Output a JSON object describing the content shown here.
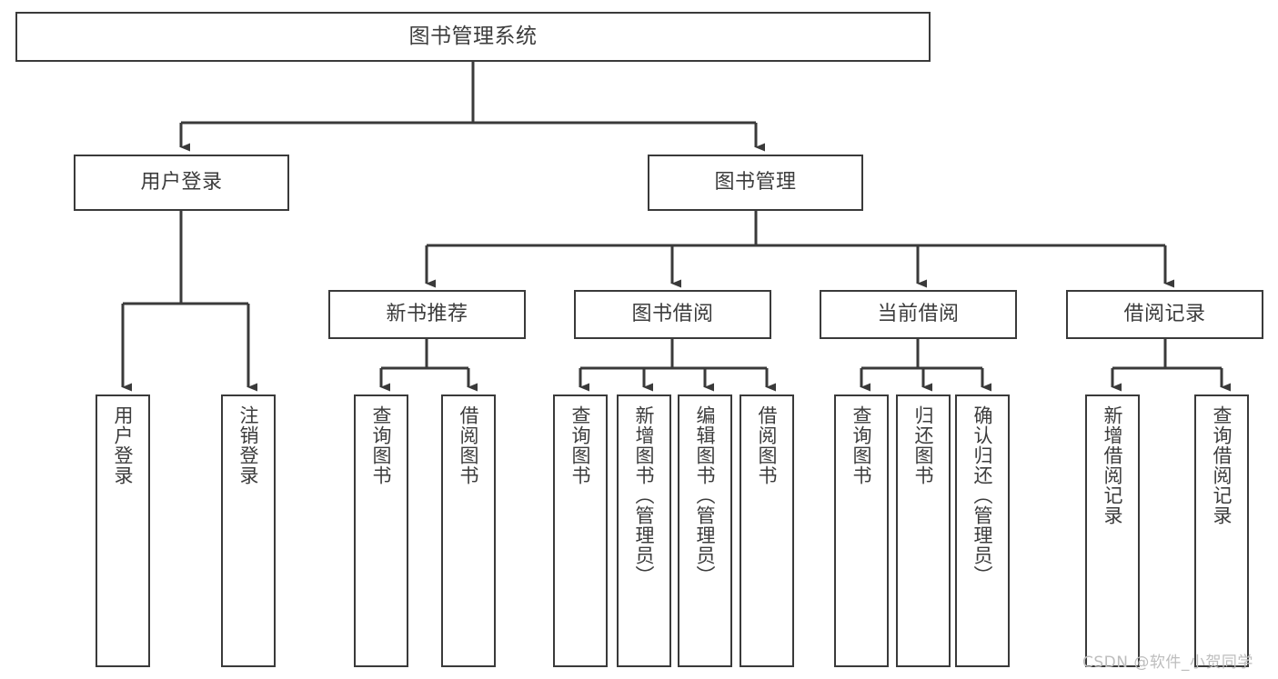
{
  "diagram": {
    "title": "图书管理系统",
    "type": "tree-hierarchy-diagram",
    "colors": {
      "box_border": "#3a3a3a",
      "box_fill": "#ffffff",
      "text": "#3c3c3c",
      "connector": "#3a3a3a",
      "watermark": "#bdbdbd"
    },
    "nodes": {
      "root": {
        "label": "图书管理系统"
      },
      "level2": [
        {
          "label": "用户登录"
        },
        {
          "label": "图书管理"
        }
      ],
      "level3": [
        {
          "label": "新书推荐"
        },
        {
          "label": "图书借阅"
        },
        {
          "label": "当前借阅"
        },
        {
          "label": "借阅记录"
        }
      ],
      "leaves": {
        "user_login": [
          {
            "label": "用户登录"
          },
          {
            "label": "注销登录"
          }
        ],
        "new_book_recommend": [
          {
            "label": "查询图书"
          },
          {
            "label": "借阅图书"
          }
        ],
        "book_borrow": [
          {
            "label": "查询图书"
          },
          {
            "label": "新增图书（管理员）"
          },
          {
            "label": "编辑图书（管理员）"
          },
          {
            "label": "借阅图书"
          }
        ],
        "current_borrow": [
          {
            "label": "查询图书"
          },
          {
            "label": "归还图书"
          },
          {
            "label": "确认归还（管理员）"
          }
        ],
        "borrow_record": [
          {
            "label": "新增借阅记录"
          },
          {
            "label": "查询借阅记录"
          }
        ]
      }
    },
    "watermark": "CSDN @软件_小贺同学"
  }
}
